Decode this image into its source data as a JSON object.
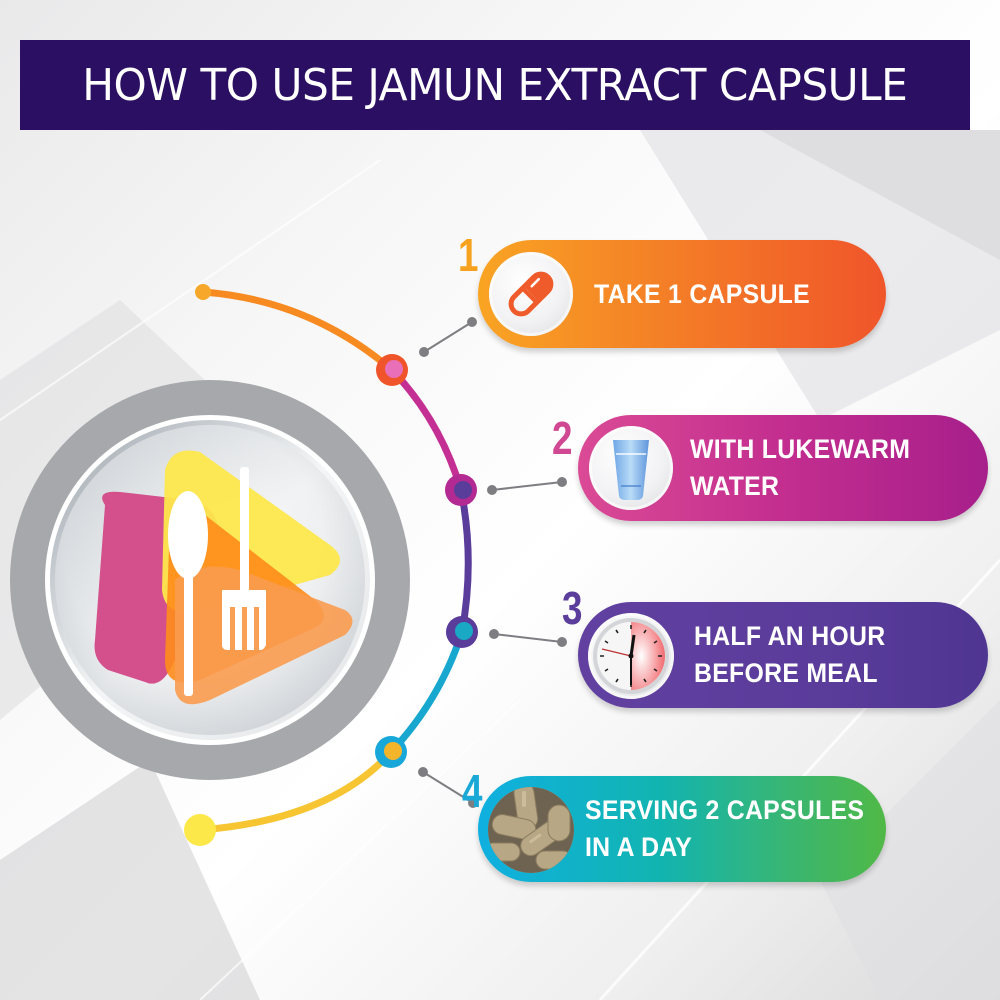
{
  "header": {
    "title": "HOW TO USE JAMUN EXTRACT CAPSULE",
    "background_color": "#2a0f62",
    "text_color": "#ffffff"
  },
  "center_graphic": {
    "icon": "spoon-and-fork-icon",
    "plate_ring_color": "#a7a8ab",
    "shape_colors": [
      "#d4508c",
      "#fde74c",
      "#ff8c1a",
      "#f99b4f"
    ]
  },
  "timeline": {
    "segment_colors": [
      "#f7a21e",
      "#f0542a",
      "#c42f93",
      "#5a3c9b",
      "#17a7cf",
      "#f6c531"
    ]
  },
  "steps": [
    {
      "number": "1",
      "icon": "capsule-icon",
      "line1": "TAKE 1 CAPSULE",
      "line2": "",
      "number_color": "#f7a21e",
      "gradient": [
        "#f9a423",
        "#f0552a"
      ]
    },
    {
      "number": "2",
      "icon": "water-glass-icon",
      "line1": "WITH LUKEWARM",
      "line2": "WATER",
      "number_color": "#d04892",
      "gradient": [
        "#da4a95",
        "#a71f8b"
      ]
    },
    {
      "number": "3",
      "icon": "clock-icon",
      "line1": "HALF AN HOUR",
      "line2": "BEFORE MEAL",
      "number_color": "#5b3d9c",
      "gradient": [
        "#6140a0",
        "#4f3592"
      ]
    },
    {
      "number": "4",
      "icon": "capsules-photo-icon",
      "line1": "SERVING 2 CAPSULES",
      "line2": "IN A DAY",
      "number_color": "#1aa8d6",
      "gradient": [
        "#0fb0e0",
        "#50b846"
      ]
    }
  ]
}
